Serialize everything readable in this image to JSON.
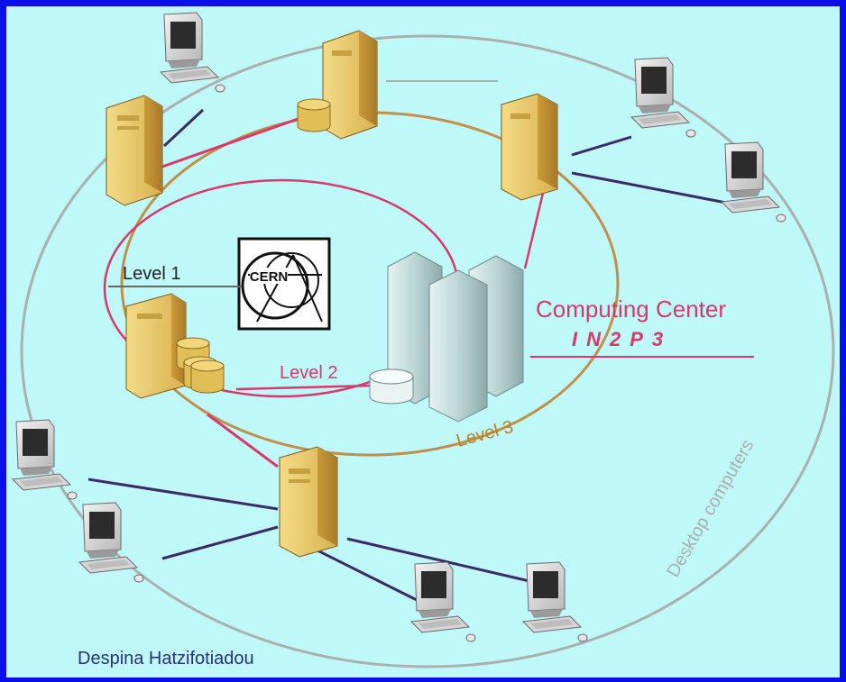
{
  "labels": {
    "level1": "Level 1",
    "level2": "Level 2",
    "level3": "Level 3",
    "center_title": "Computing Center",
    "center_sub": "IN2P3",
    "desktop": "Desktop computers",
    "cern_logo_text": "CERN"
  },
  "author": "Despina Hatzifotiadou",
  "colors": {
    "frame": "#0a0ee8",
    "background": "#bff8f8",
    "level1_ring": "#d8386a",
    "level2_ring": "#c0904a",
    "level3_ring": "#aab0b0",
    "accent_red": "#d8386a",
    "link_dark": "#3a2a6a",
    "server": "#e8c86a",
    "mainframe": "#b8d2d2"
  }
}
